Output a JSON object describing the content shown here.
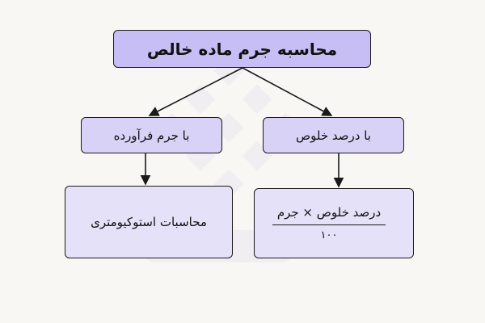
{
  "diagram": {
    "root": {
      "label": "محاسبه جرم ماده خالص"
    },
    "branch_purity": {
      "label": "با درصد خلوص"
    },
    "branch_product": {
      "label": "با جرم فرآورده"
    },
    "leaf_stoichiometry": {
      "label": "محاسبات استوکیومتری"
    },
    "leaf_formula": {
      "numerator": "درصد خلوص × جرم",
      "denominator": "۱۰۰"
    }
  },
  "colors": {
    "root_fill": "#c6bef5",
    "branch_fill": "#d8d2f6",
    "leaf_fill": "#e5e1f9",
    "stroke": "#1a1a1a",
    "background": "#f9f7f4"
  }
}
